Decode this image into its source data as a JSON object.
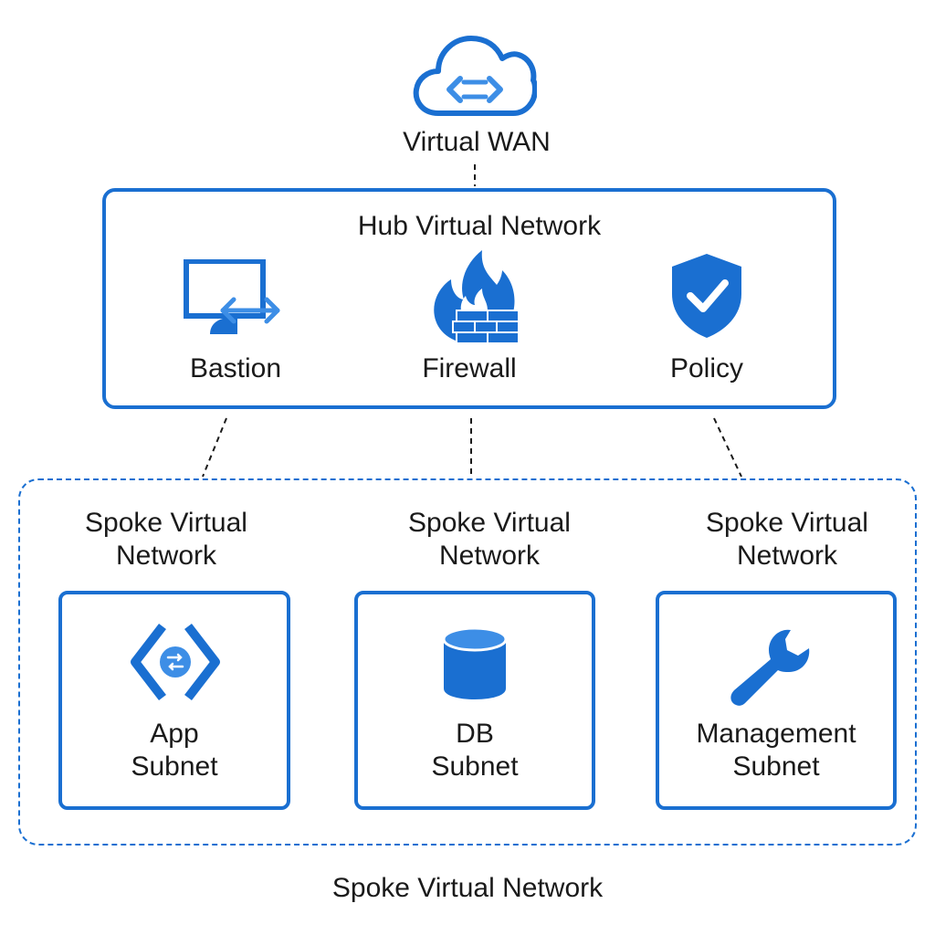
{
  "wan": {
    "label": "Virtual WAN",
    "icon": "cloud-arrows-icon"
  },
  "hub": {
    "title": "Hub Virtual Network",
    "items": [
      {
        "label": "Bastion",
        "icon": "monitor-arrows-icon"
      },
      {
        "label": "Firewall",
        "icon": "firewall-flame-icon"
      },
      {
        "label": "Policy",
        "icon": "shield-check-icon"
      }
    ]
  },
  "spokes": [
    {
      "title_line1": "Spoke Virtual",
      "title_line2": "Network",
      "subnet_line1": "App",
      "subnet_line2": "Subnet",
      "icon": "app-diamond-icon"
    },
    {
      "title_line1": "Spoke Virtual",
      "title_line2": "Network",
      "subnet_line1": "DB",
      "subnet_line2": "Subnet",
      "icon": "database-icon"
    },
    {
      "title_line1": "Spoke Virtual",
      "title_line2": "Network",
      "subnet_line1": "Management",
      "subnet_line2": "Subnet",
      "icon": "wrench-icon"
    }
  ],
  "footer_label": "Spoke Virtual Network",
  "colors": {
    "accent": "#1a6fd1",
    "accent_light": "#3d8ee6"
  }
}
